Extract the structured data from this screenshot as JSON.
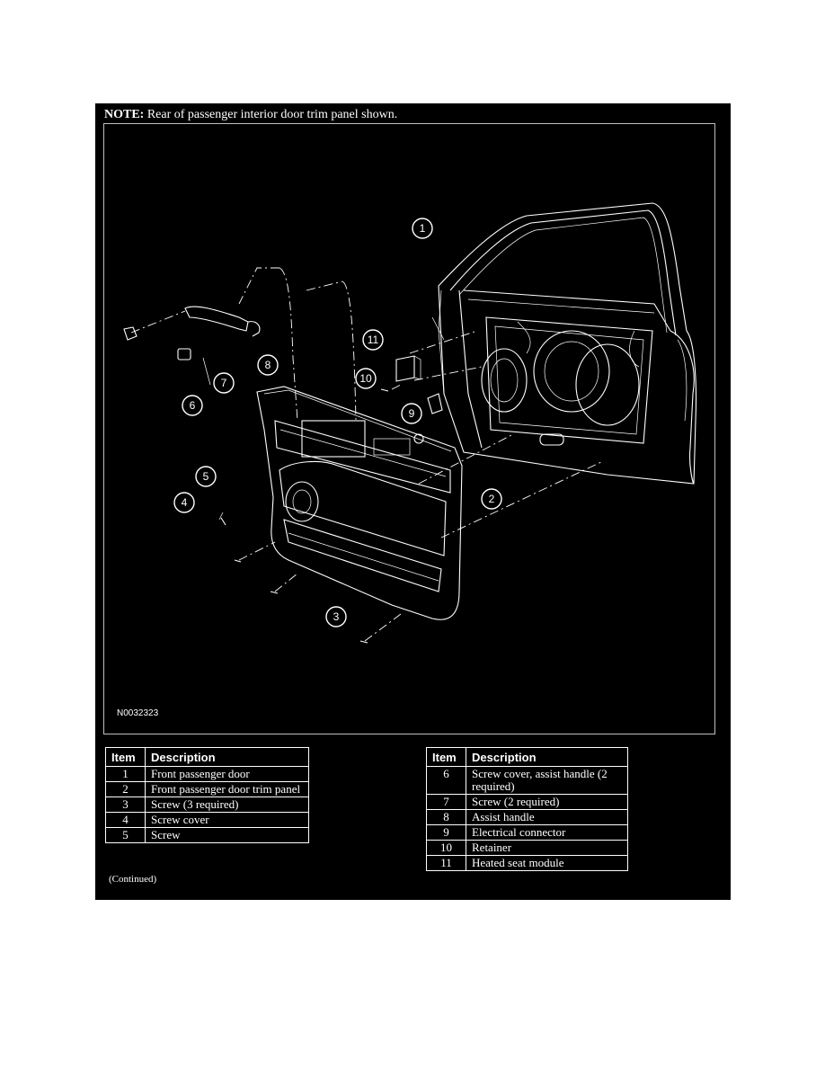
{
  "note": {
    "label": "NOTE:",
    "text": " Rear of passenger interior door trim panel shown."
  },
  "figure_id": "N0032323",
  "callouts": [
    "1",
    "2",
    "3",
    "4",
    "5",
    "6",
    "7",
    "8",
    "9",
    "10",
    "11"
  ],
  "table_headers": {
    "item": "Item",
    "description": "Description"
  },
  "left_rows": [
    {
      "item": "1",
      "description": "Front passenger door"
    },
    {
      "item": "2",
      "description": "Front passenger door trim panel"
    },
    {
      "item": "3",
      "description": "Screw (3 required)"
    },
    {
      "item": "4",
      "description": "Screw cover"
    },
    {
      "item": "5",
      "description": "Screw"
    }
  ],
  "right_rows": [
    {
      "item": "6",
      "description": "Screw cover, assist handle (2 required)"
    },
    {
      "item": "7",
      "description": "Screw (2 required)"
    },
    {
      "item": "8",
      "description": "Assist handle"
    },
    {
      "item": "9",
      "description": "Electrical connector"
    },
    {
      "item": "10",
      "description": "Retainer"
    },
    {
      "item": "11",
      "description": "Heated seat module"
    }
  ],
  "continued": "(Continued)"
}
